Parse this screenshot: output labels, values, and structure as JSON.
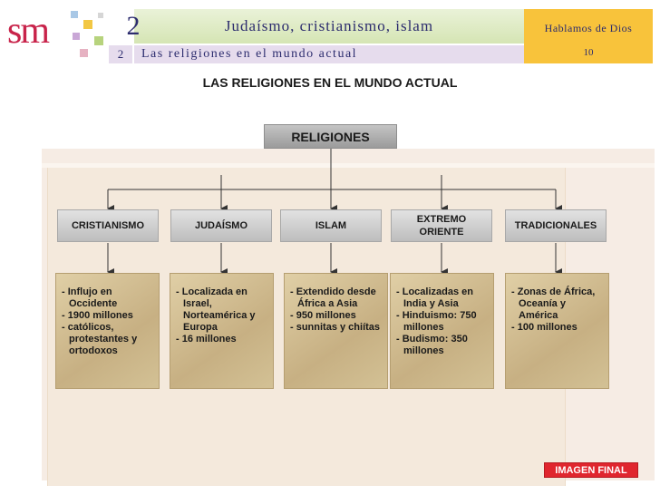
{
  "header": {
    "logo": "sm",
    "chapter_number": "2",
    "chapter_title": "Judaísmo, cristianismo, islam",
    "section_number": "2",
    "section_title": "Las religiones en el mundo actual",
    "side_title": "Hablamos de Dios",
    "page_number": "10"
  },
  "main_heading": "LAS RELIGIONES EN EL MUNDO ACTUAL",
  "diagram": {
    "root": "RELIGIONES",
    "branches": [
      {
        "label": "CRISTIANISMO",
        "details": [
          "- Influjo en Occidente",
          "- 1900 millones",
          "- católicos, protestantes y ortodoxos"
        ]
      },
      {
        "label": "JUDAÍSMO",
        "details": [
          "- Localizada en Israel, Norteamérica y Europa",
          "- 16 millones"
        ]
      },
      {
        "label": "ISLAM",
        "details": [
          "- Extendido desde África a Asia",
          "- 950 millones",
          "- sunnitas y chiítas"
        ]
      },
      {
        "label": "EXTREMO ORIENTE",
        "details": [
          "- Localizadas en India y Asia",
          "- Hinduismo: 750 millones",
          "- Budismo: 350 millones"
        ]
      },
      {
        "label": "TRADICIONALES",
        "details": [
          "- Zonas de África, Oceanía y América",
          "- 100 millones"
        ]
      }
    ]
  },
  "final_button": "IMAGEN FINAL",
  "colors": {
    "brand_red": "#c8234a",
    "header_green": "#d5e5b4",
    "header_lilac": "#e6dced",
    "header_yellow": "#f8c33b",
    "button_red": "#e0262e"
  }
}
